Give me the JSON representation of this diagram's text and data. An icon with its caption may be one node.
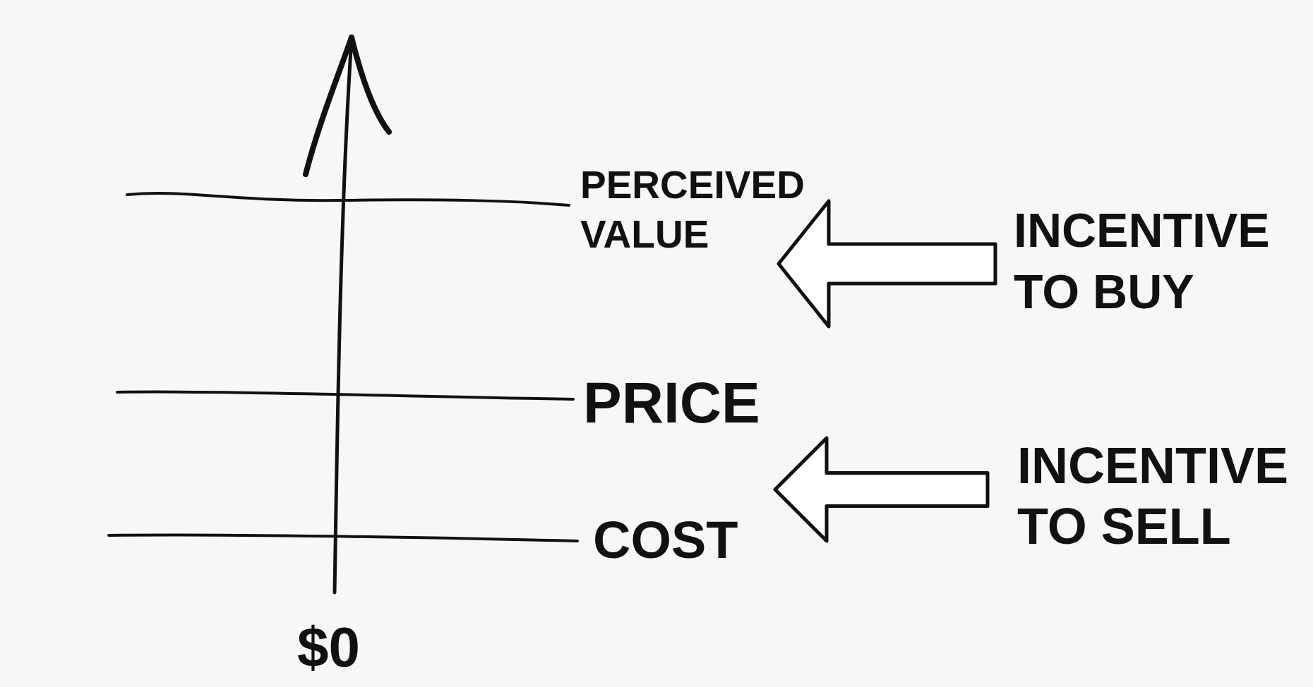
{
  "diagram": {
    "nodes": [
      {
        "text": [
          "INCENTIVE TO BUY"
        ]
      },
      {
        "text": [
          "INCENTIVE TO SELL"
        ]
      }
    ],
    "edges": [
      {
        "from": 0,
        "to": null,
        "arrow": "to"
      },
      {
        "from": 1,
        "to": null,
        "arrow": "to"
      }
    ],
    "labels": [
      "PERCEIVED VALUE",
      "PRICE",
      "COST",
      "$0"
    ]
  }
}
